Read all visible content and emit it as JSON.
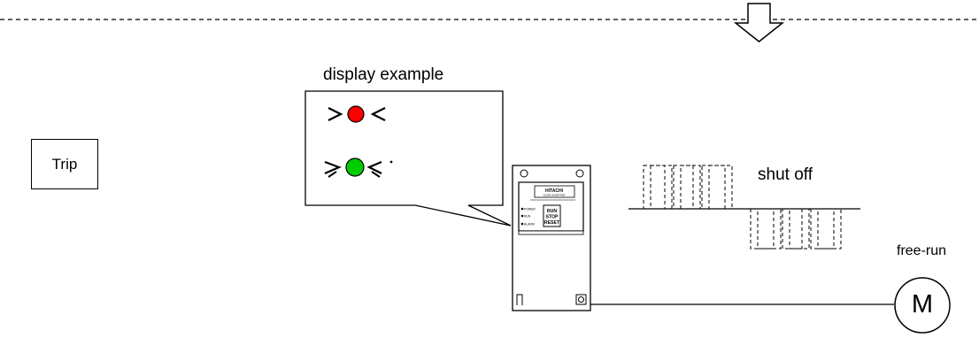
{
  "labels": {
    "trip": "Trip",
    "display_example": "display example",
    "shut_off": "shut off",
    "free_run": "free-run",
    "motor": "M"
  },
  "inverter": {
    "brand": "HITACHI",
    "model": "SJ200 INVERTER",
    "indicators": [
      "POWER",
      "RUN",
      "ALARM"
    ],
    "keys": [
      "RUN",
      "STOP",
      "RESET"
    ]
  },
  "colors": {
    "trip_led": "#ff0000",
    "run_led": "#00cc00"
  }
}
